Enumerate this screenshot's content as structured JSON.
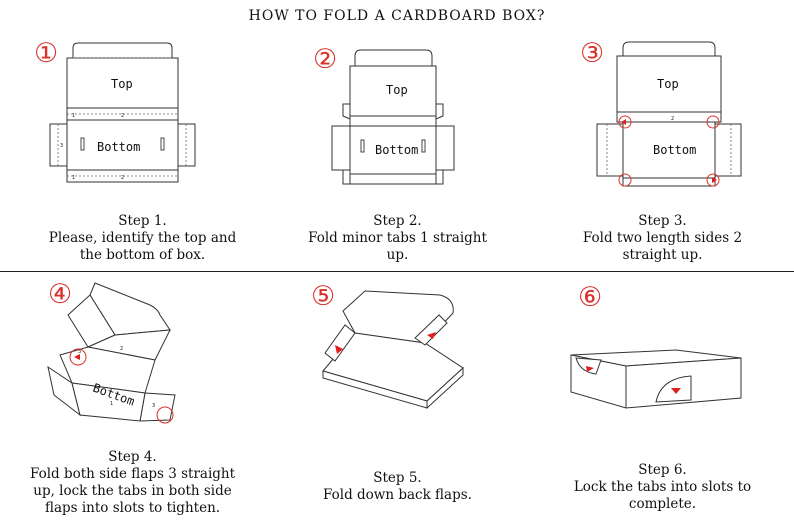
{
  "title": "HOW TO FOLD A CARDBOARD BOX?",
  "steps": [
    {
      "number": "①",
      "lines": [
        "Step 1.",
        "Please, identify the top and",
        "the bottom of box."
      ]
    },
    {
      "number": "②",
      "lines": [
        "Step 2.",
        "Fold minor tabs 1 straight",
        "up."
      ]
    },
    {
      "number": "③",
      "lines": [
        "Step 3.",
        "Fold two length sides 2",
        "straight up."
      ]
    },
    {
      "number": "④",
      "lines": [
        "Step 4.",
        "Fold both side flaps 3 straight",
        "up, lock the tabs in both side",
        "flaps into slots to tighten."
      ]
    },
    {
      "number": "⑤",
      "lines": [
        "Step 5.",
        "Fold down back flaps."
      ]
    },
    {
      "number": "⑥",
      "lines": [
        "Step 6.",
        "Lock the tabs into slots to",
        "complete."
      ]
    }
  ],
  "diagram_labels": {
    "top": "Top",
    "bottom": "Bottom",
    "tab1": "1",
    "side2": "2",
    "flap3": "3"
  },
  "colors": {
    "accent": "#d9322a",
    "arrow": "#e02020",
    "line": "#333333"
  }
}
